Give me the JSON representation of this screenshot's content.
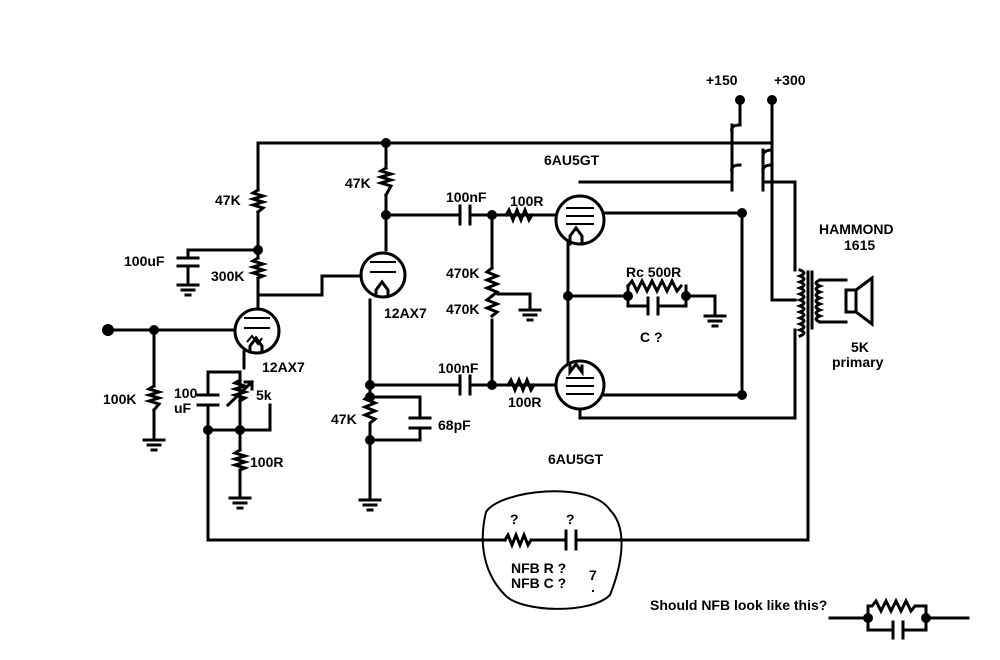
{
  "supplies": {
    "b1": "+150",
    "b2": "+300"
  },
  "stage1": {
    "tube": "12AX7",
    "plate_r": "47K",
    "decouple_c": "100uF",
    "load_r": "300K",
    "grid_r": "100K",
    "bypass_c_top": "100",
    "bypass_c_bot": "uF",
    "pot": "5k",
    "cathode_r": "100R"
  },
  "stage2": {
    "tube": "12AX7",
    "plate_r": "47K",
    "cathode_r": "47K",
    "cathode_c": "68pF"
  },
  "coupling": {
    "c_top": "100nF",
    "c_bot": "100nF",
    "r_top": "100R",
    "r_bot": "100R",
    "grid_r_top": "470K",
    "grid_r_bot": "470K"
  },
  "output": {
    "tube_top": "6AU5GT",
    "tube_bot": "6AU5GT",
    "rc": "Rc 500R",
    "c": "C ?",
    "transformer": "HAMMOND",
    "transformer_model": "1615",
    "primary_value": "5K",
    "primary_label": "primary"
  },
  "nfb": {
    "q_r": "?",
    "q_c": "?",
    "r_line": "NFB R ?",
    "c_line": "NFB C ?",
    "mark": "7",
    "mark_dot": ".",
    "question": "Should NFB look like this?"
  }
}
